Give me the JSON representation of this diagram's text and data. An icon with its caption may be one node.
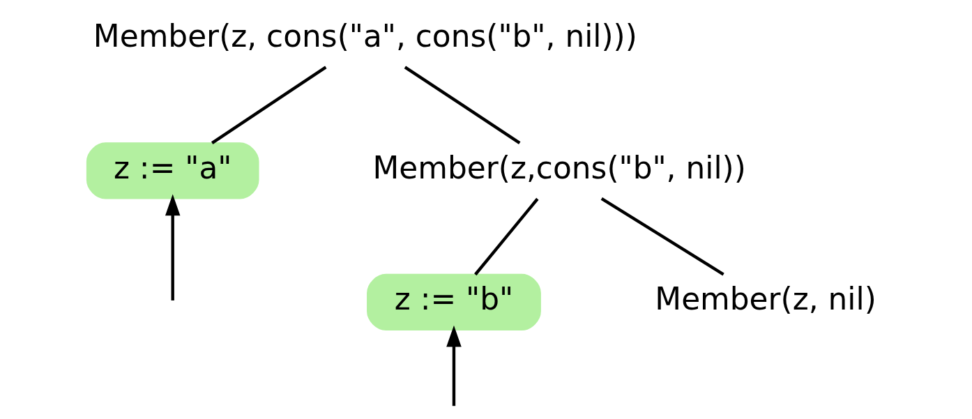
{
  "diagram": {
    "nodes": [
      {
        "text": [
          "Member(z, cons(\"a\", cons(\"b\", nil)))"
        ]
      },
      {
        "text": [
          "z := \"a\""
        ]
      },
      {
        "text": [
          "Member(z,cons(\"b\", nil))"
        ]
      },
      {
        "text": [
          "z := \"b\""
        ]
      },
      {
        "text": [
          "Member(z, nil)"
        ]
      }
    ],
    "edges": [
      {
        "from": 0,
        "to": 1,
        "arrow": "none"
      },
      {
        "from": 0,
        "to": 2,
        "arrow": "none"
      },
      {
        "from": 2,
        "to": 3,
        "arrow": "none"
      },
      {
        "from": 2,
        "to": 4,
        "arrow": "none"
      },
      {
        "from": null,
        "to": 1,
        "arrow": "to"
      },
      {
        "from": null,
        "to": 3,
        "arrow": "to"
      }
    ]
  }
}
